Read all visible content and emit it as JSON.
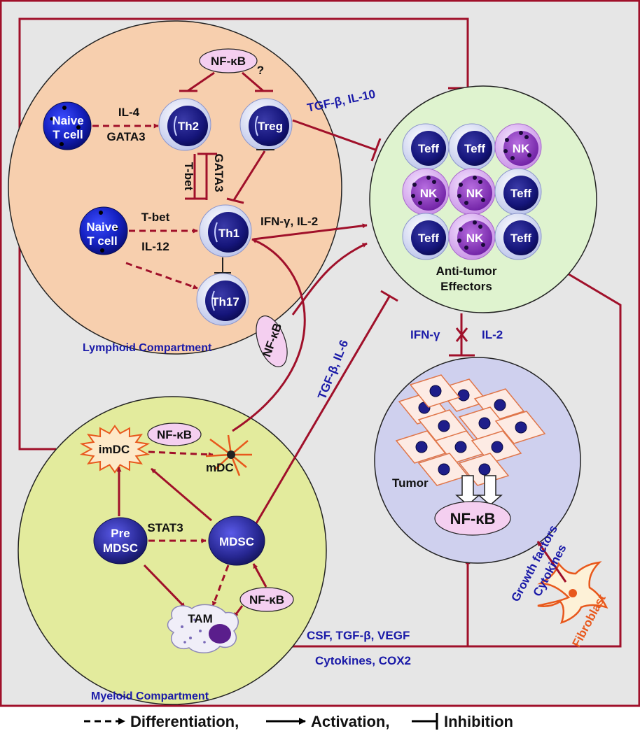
{
  "nfkb": "NF-κB",
  "question_mark": "?",
  "lymphoid": {
    "title": "Lymphoid Compartment",
    "naive_line1": "Naive",
    "naive_line2": "T cell",
    "th2": "Th2",
    "treg": "Treg",
    "th1": "Th1",
    "th17": "Th17",
    "il4": "IL-4",
    "gata3": "GATA3",
    "tbet_vertical": "T-bet",
    "gata3_vertical": "GATA3",
    "tbet": "T-bet",
    "il12": "IL-12"
  },
  "effectors": {
    "teff": "Teff",
    "nk": "NK",
    "title_line1": "Anti-tumor",
    "title_line2": "Effectors"
  },
  "signals": {
    "tgf_il10": "TGF-β, IL-10",
    "ifn_il2": "IFN-γ, IL-2",
    "tgf_il6": "TGF-β, IL-6",
    "ifng": "IFN-γ",
    "il2": "IL-2",
    "csf_line": "CSF, TGF-β, VEGF",
    "cytokines_cox2": "Cytokines, COX2",
    "growth_factors": "Growth factors",
    "cytokines": "Cytokines"
  },
  "myeloid": {
    "title": "Myeloid Compartment",
    "imdc": "imDC",
    "mdc": "mDC",
    "pre": "Pre",
    "mdsc": "MDSC",
    "stat3": "STAT3",
    "tam": "TAM"
  },
  "tumor": {
    "label": "Tumor",
    "fibroblast": "Fibroblast"
  },
  "legend": {
    "differentiation": "Differentiation,",
    "activation": "Activation,",
    "inhibition": "Inhibition"
  },
  "colors": {
    "arrow": "#a0102a",
    "lymphoid_fill": "#f7cfae",
    "effector_fill": "#dff3cf",
    "myeloid_fill": "#e3eb9d",
    "tumor_fill": "#cfd0ee",
    "background": "#e6e6e6",
    "label_blue": "#1a1aa8",
    "fibroblast": "#e8581c"
  }
}
